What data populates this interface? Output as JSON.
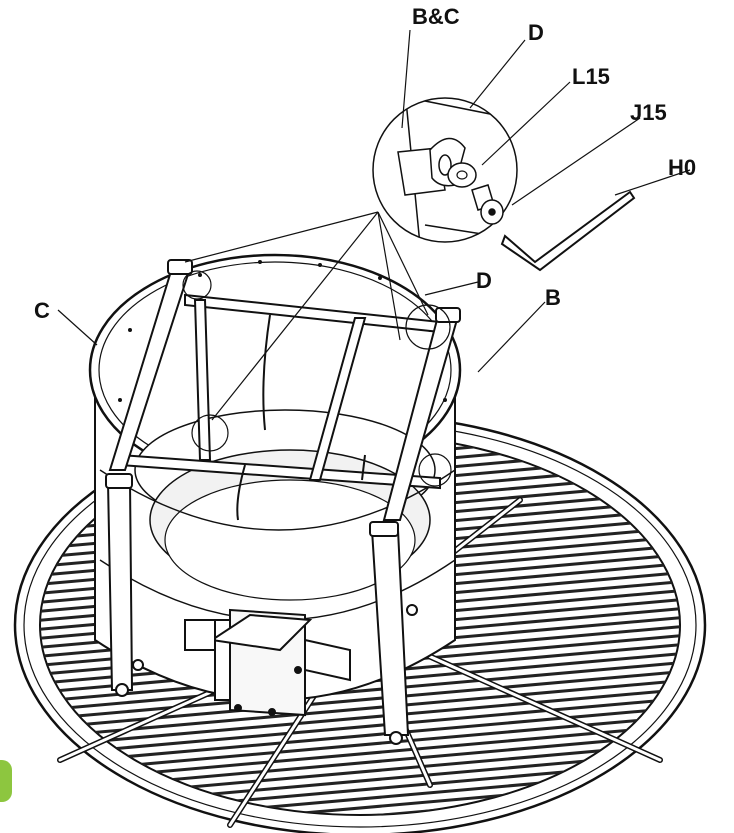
{
  "labels": {
    "b_and_c": "B&C",
    "d_top": "D",
    "l15": "L15",
    "j15": "J15",
    "h0": "H0",
    "d_mid": "D",
    "b": "B",
    "c": "C"
  },
  "colors": {
    "ink": "#111111",
    "grate": "#222222",
    "accent_tab": "#8dc63f"
  }
}
